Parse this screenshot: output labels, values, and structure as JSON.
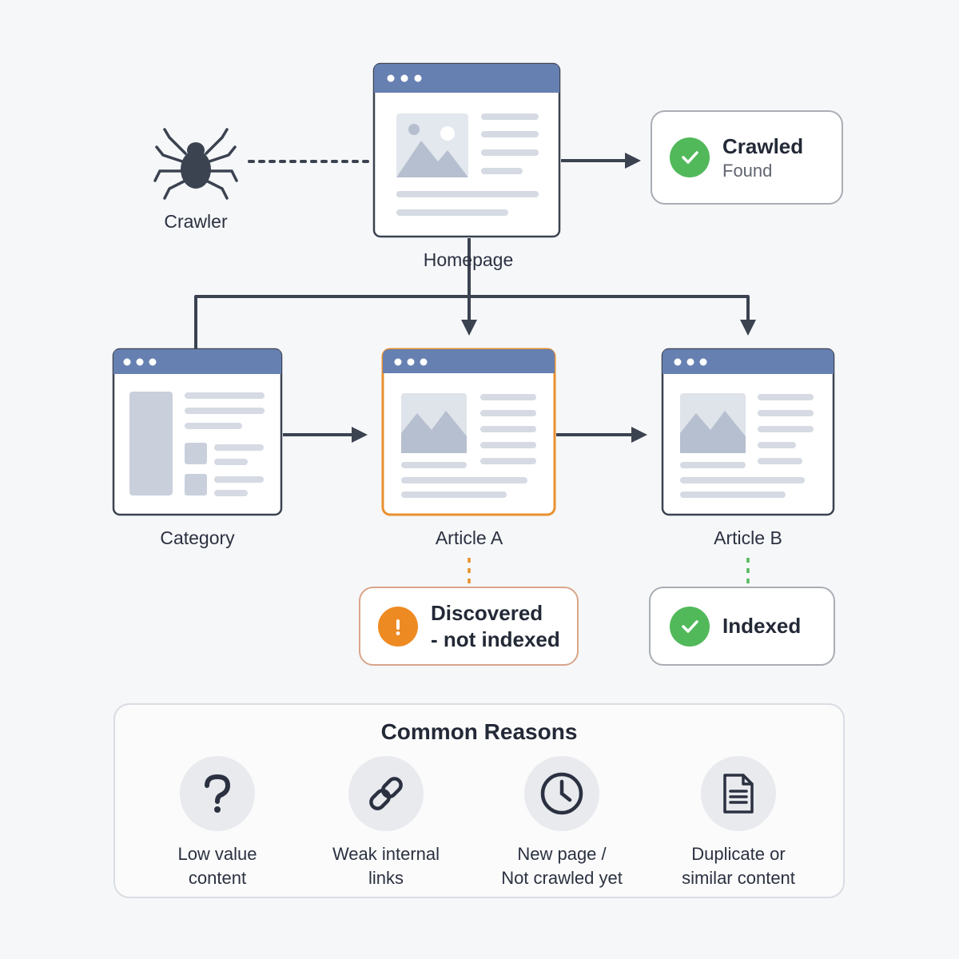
{
  "colors": {
    "node_header": "#6680b2",
    "node_border": "#3b4250",
    "highlight_border": "#e8902e",
    "placeholder": "#c3cad8",
    "connector": "#3b4250",
    "ok_green": "#52b95b",
    "warn_orange": "#ee8a22"
  },
  "crawler": {
    "label": "Crawler",
    "icon": "spider-icon"
  },
  "nodes": {
    "homepage": {
      "label": "Homepage"
    },
    "category": {
      "label": "Category"
    },
    "article_a": {
      "label": "Article A",
      "highlighted": true
    },
    "article_b": {
      "label": "Article B"
    }
  },
  "statuses": {
    "crawled": {
      "title": "Crawled",
      "subtitle": "Found",
      "icon": "check-circle-icon"
    },
    "discovered": {
      "line1": "Discovered",
      "line2": "- not indexed",
      "icon": "exclamation-circle-icon"
    },
    "indexed": {
      "title": "Indexed",
      "icon": "check-circle-icon"
    }
  },
  "reasons": {
    "title": "Common Reasons",
    "items": [
      {
        "icon": "question-mark-icon",
        "line1": "Low value",
        "line2": "content"
      },
      {
        "icon": "link-icon",
        "line1": "Weak internal",
        "line2": "links"
      },
      {
        "icon": "clock-icon",
        "line1": "New page /",
        "line2": "Not crawled yet"
      },
      {
        "icon": "document-icon",
        "line1": "Duplicate or",
        "line2": "similar content"
      }
    ]
  }
}
